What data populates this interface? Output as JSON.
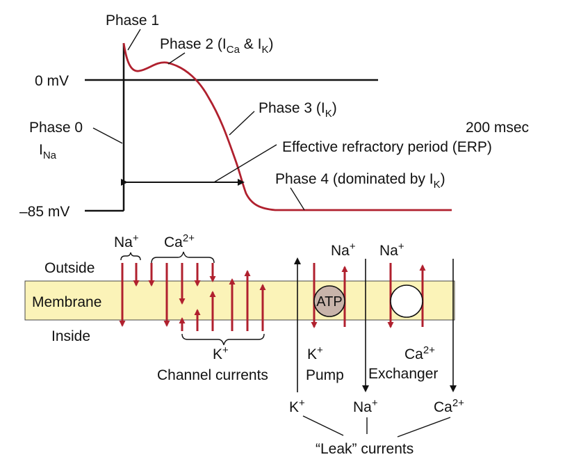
{
  "colors": {
    "curve": "#b0202e",
    "arrow": "#b0202e",
    "black": "#111111",
    "membrane_fill": "#fbf3b8",
    "atp_fill": "#c8b4aa"
  },
  "action_potential": {
    "phase1": "Phase 1",
    "phase2": {
      "main": "Phase 2 (I",
      "sub1": "Ca",
      "mid": " & I",
      "sub2": "K",
      "end": ")"
    },
    "phase3": {
      "main": "Phase 3 (I",
      "sub": "K",
      "end": ")"
    },
    "phase0": {
      "line1": "Phase 0",
      "line2_main": "I",
      "line2_sub": "Na"
    },
    "zero_mv": "0 mV",
    "minus_85_mv": "–85 mV",
    "time_scale": "200 msec",
    "erp": "Effective refractory period (ERP)",
    "phase4": {
      "main": "Phase 4 (dominated by I",
      "sub": "K",
      "end": ")"
    }
  },
  "membrane": {
    "outside": "Outside",
    "membrane": "Membrane",
    "inside": "Inside",
    "atp": "ATP",
    "ions": {
      "na_plus": {
        "base": "Na",
        "sup": "+"
      },
      "ca_2plus": {
        "base": "Ca",
        "sup": "2+"
      },
      "k_plus": {
        "base": "K",
        "sup": "+"
      }
    },
    "channel_currents": "Channel currents",
    "pump": "Pump",
    "exchanger": "Exchanger",
    "leak_currents": "“Leak” currents"
  }
}
